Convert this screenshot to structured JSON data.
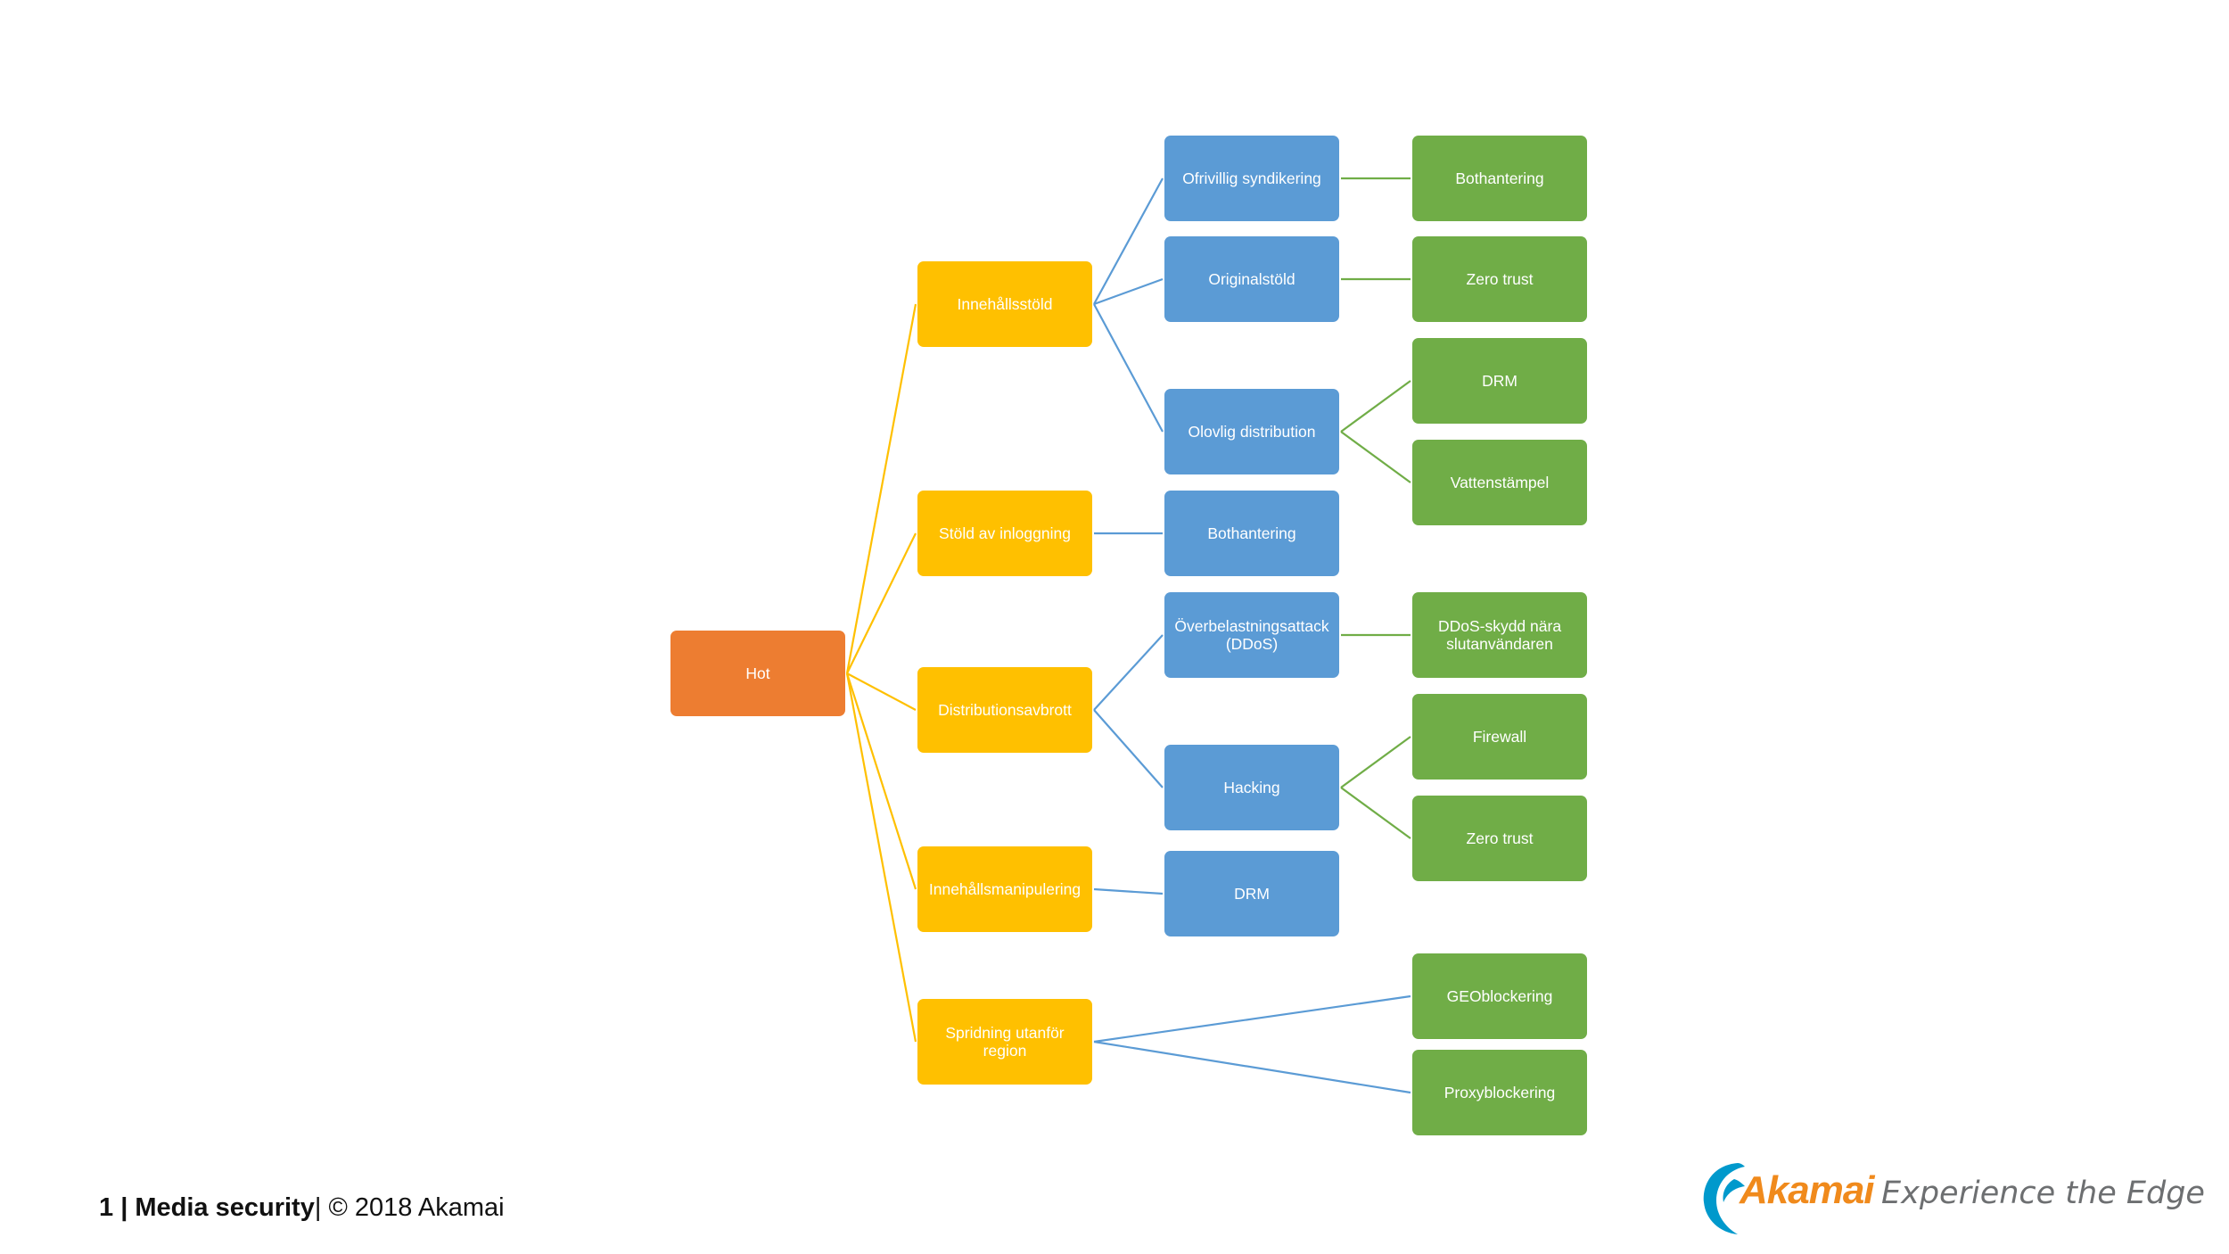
{
  "diagram": {
    "nodes": [
      {
        "id": "hot",
        "text": "Hot",
        "level": 0
      },
      {
        "id": "innehallsstold",
        "text": "Innehållsstöld",
        "level": 1
      },
      {
        "id": "stold-inloggning",
        "text": "Stöld av inloggning",
        "level": 1
      },
      {
        "id": "distributionsavbrott",
        "text": "Distributionsavbrott",
        "level": 1
      },
      {
        "id": "innehallsmanipulering",
        "text": "Innehållsmanipulering",
        "level": 1
      },
      {
        "id": "spridning",
        "text": "Spridning utanför region",
        "level": 1
      },
      {
        "id": "ofrivillig",
        "text": "Ofrivillig syndikering",
        "level": 2
      },
      {
        "id": "originalstold",
        "text": "Originalstöld",
        "level": 2
      },
      {
        "id": "olovlig",
        "text": "Olovlig distribution",
        "level": 2
      },
      {
        "id": "bothantering-2",
        "text": "Bothantering",
        "level": 2
      },
      {
        "id": "overbelastning",
        "text": "Överbelastningsattack (DDoS)",
        "level": 2
      },
      {
        "id": "hacking",
        "text": "Hacking",
        "level": 2
      },
      {
        "id": "drm-2",
        "text": "DRM",
        "level": 2
      },
      {
        "id": "bothantering-3",
        "text": "Bothantering",
        "level": 3
      },
      {
        "id": "zero-trust-1",
        "text": "Zero trust",
        "level": 3
      },
      {
        "id": "drm-3",
        "text": "DRM",
        "level": 3
      },
      {
        "id": "vattenstampel",
        "text": "Vattenstämpel",
        "level": 3
      },
      {
        "id": "ddos-skydd",
        "text": "DDoS-skydd nära slutanvändaren",
        "level": 3
      },
      {
        "id": "firewall",
        "text": "Firewall",
        "level": 3
      },
      {
        "id": "zero-trust-2",
        "text": "Zero trust",
        "level": 3
      },
      {
        "id": "geoblockering",
        "text": "GEOblockering",
        "level": 3
      },
      {
        "id": "proxyblockering",
        "text": "Proxyblockering",
        "level": 3
      }
    ],
    "edges": [
      [
        "hot",
        "innehallsstold"
      ],
      [
        "hot",
        "stold-inloggning"
      ],
      [
        "hot",
        "distributionsavbrott"
      ],
      [
        "hot",
        "innehallsmanipulering"
      ],
      [
        "hot",
        "spridning"
      ],
      [
        "innehallsstold",
        "ofrivillig"
      ],
      [
        "innehallsstold",
        "originalstold"
      ],
      [
        "innehallsstold",
        "olovlig"
      ],
      [
        "stold-inloggning",
        "bothantering-2"
      ],
      [
        "distributionsavbrott",
        "overbelastning"
      ],
      [
        "distributionsavbrott",
        "hacking"
      ],
      [
        "innehallsmanipulering",
        "drm-2"
      ],
      [
        "spridning",
        "geoblockering"
      ],
      [
        "spridning",
        "proxyblockering"
      ],
      [
        "ofrivillig",
        "bothantering-3"
      ],
      [
        "originalstold",
        "zero-trust-1"
      ],
      [
        "olovlig",
        "drm-3"
      ],
      [
        "olovlig",
        "vattenstampel"
      ],
      [
        "overbelastning",
        "ddos-skydd"
      ],
      [
        "hacking",
        "firewall"
      ],
      [
        "hacking",
        "zero-trust-2"
      ]
    ],
    "colors": {
      "level0": "#ed7d31",
      "level1": "#ffc000",
      "level2": "#5b9bd5",
      "level3": "#70ad47",
      "edge_level1": "#ffc000",
      "edge_level2": "#5b9bd5",
      "edge_level3": "#70ad47"
    }
  },
  "footer": {
    "page_number": "1",
    "separator": " | ",
    "title": "Media security",
    "copyright": "| © 2018 Akamai"
  },
  "logo": {
    "brand": "Akamai",
    "tagline": "Experience the Edge",
    "colors": {
      "brand": "#f08a1c",
      "swoosh": "#0099cc",
      "tagline": "#6d6f71"
    }
  }
}
